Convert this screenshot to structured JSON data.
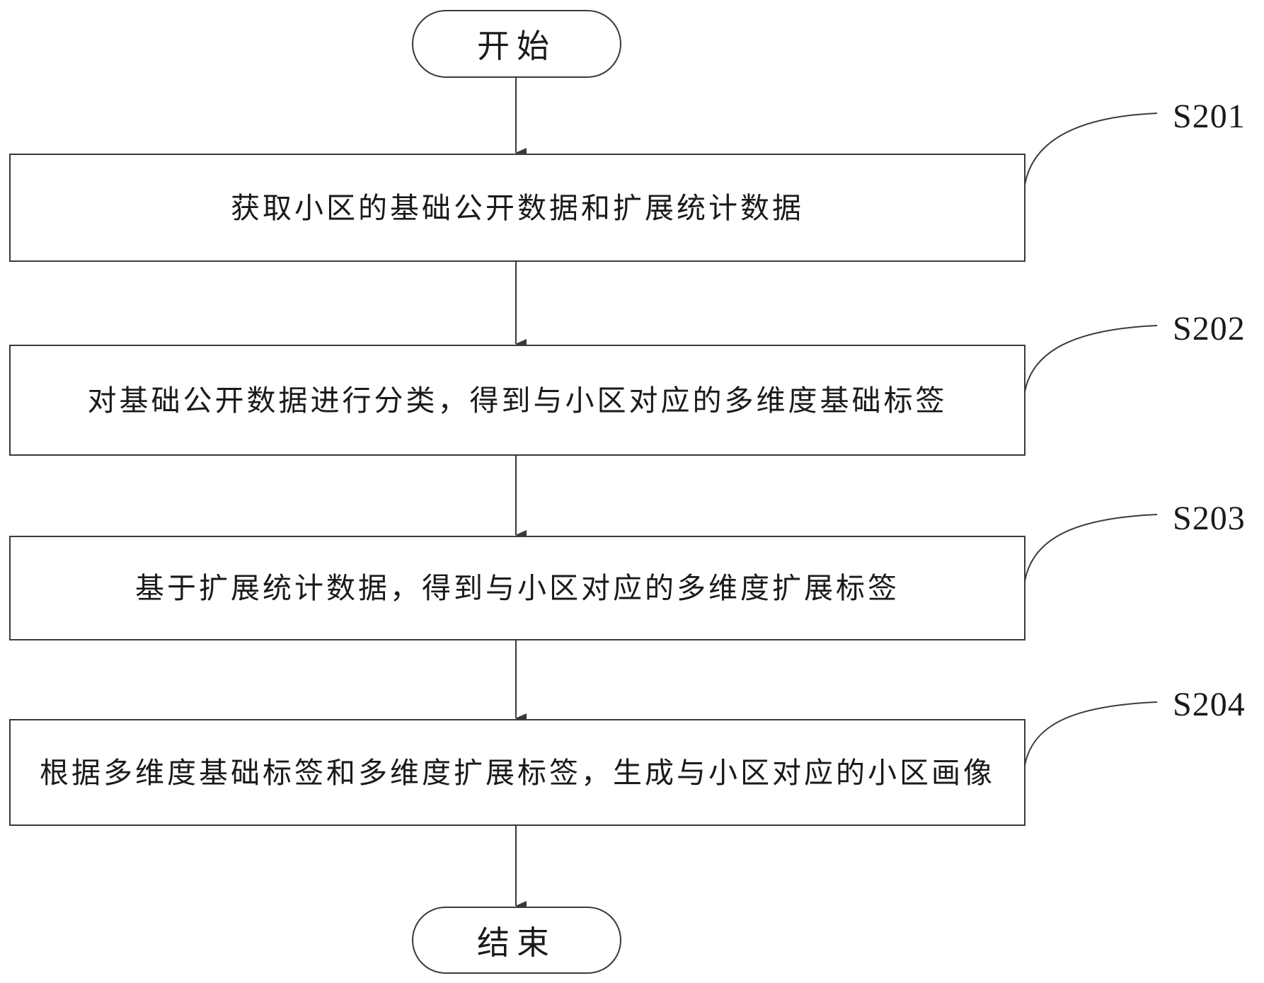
{
  "flowchart": {
    "start": {
      "label": "开始"
    },
    "end": {
      "label": "结束"
    },
    "steps": [
      {
        "id": "S201",
        "text": "获取小区的基础公开数据和扩展统计数据"
      },
      {
        "id": "S202",
        "text": "对基础公开数据进行分类，得到与小区对应的多维度基础标签"
      },
      {
        "id": "S203",
        "text": "基于扩展统计数据，得到与小区对应的多维度扩展标签"
      },
      {
        "id": "S204",
        "text": "根据多维度基础标签和多维度扩展标签，生成与小区对应的小区画像"
      }
    ]
  },
  "colors": {
    "line": "#3a3a3a",
    "background": "#ffffff"
  }
}
